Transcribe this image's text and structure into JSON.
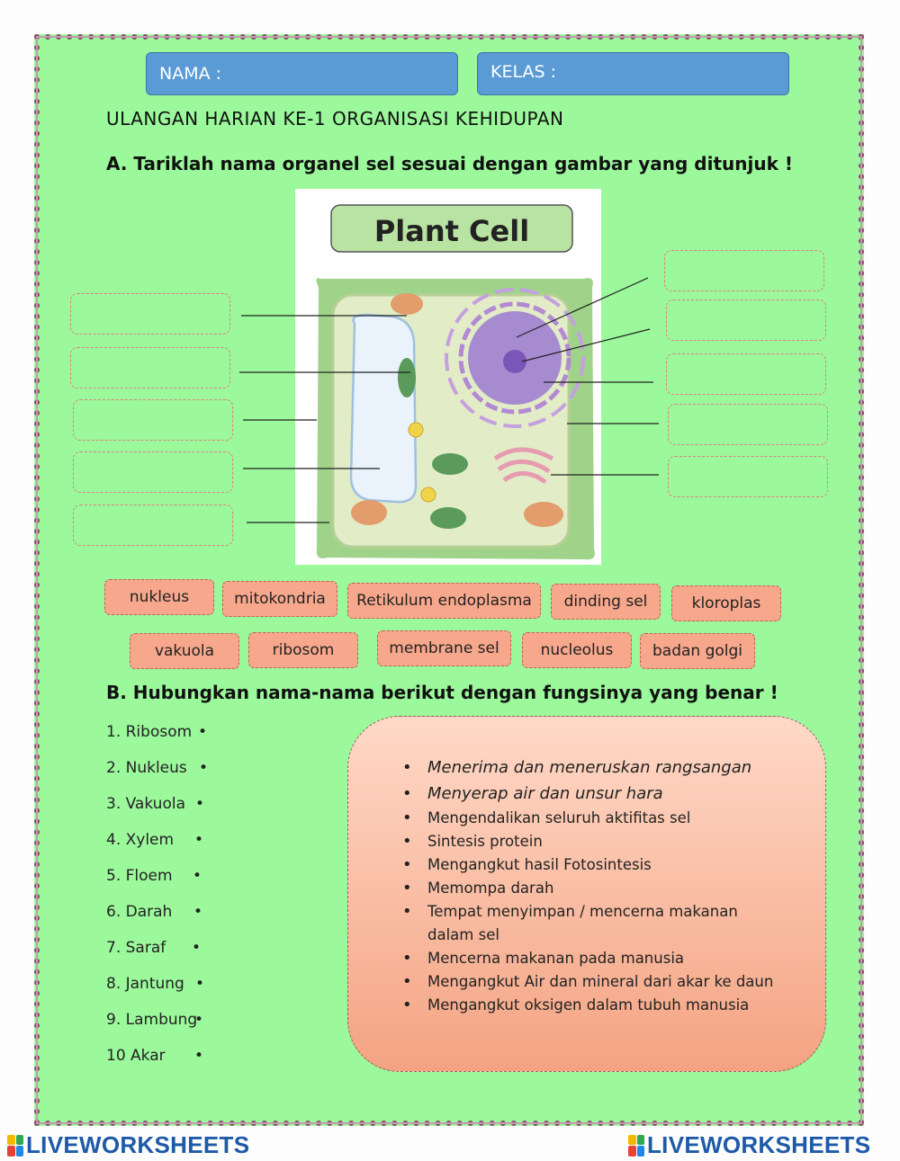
{
  "header": {
    "nama_label": "NAMA :",
    "kelas_label": "KELAS :"
  },
  "title": "ULANGAN HARIAN KE-1 ORGANISASI KEHIDUPAN",
  "section_a": {
    "instruction": "A. Tariklah nama organel sel sesuai dengan gambar yang ditunjuk !",
    "image_title": "Plant Cell",
    "chips_row1": [
      "nukleus",
      "mitokondria",
      "Retikulum endoplasma",
      "dinding sel",
      "kloroplas"
    ],
    "chips_row2": [
      "vakuola",
      "ribosom",
      "membrane sel",
      "nucleolus",
      "badan golgi"
    ]
  },
  "section_b": {
    "instruction": "B. Hubungkan nama-nama berikut dengan fungsinya yang benar !",
    "items": [
      "1. Ribosom",
      "2. Nukleus",
      "3. Vakuola",
      "4. Xylem",
      "5. Floem",
      "6. Darah",
      "7. Saraf",
      "8. Jantung",
      "9. Lambung",
      "10 Akar"
    ],
    "bullet": "•",
    "functions": [
      "Menerima dan meneruskan rangsangan",
      "Menyerap air dan unsur hara",
      "Mengendalikan seluruh aktifitas sel",
      "Sintesis protein",
      "Mengangkut hasil Fotosintesis",
      "Memompa darah",
      "Tempat menyimpan / mencerna makanan dalam sel",
      "Mencerna makanan pada manusia",
      "Mengangkut Air dan mineral dari akar ke daun",
      "Mengangkut oksigen dalam tubuh manusia"
    ]
  },
  "footer": {
    "brand": "LIVEWORKSHEETS"
  },
  "colors": {
    "sheet_bg": "#9bf89b",
    "header_box": "#5b9bd5",
    "chip": "#f7a78c",
    "brand": "#1e5aa8"
  }
}
